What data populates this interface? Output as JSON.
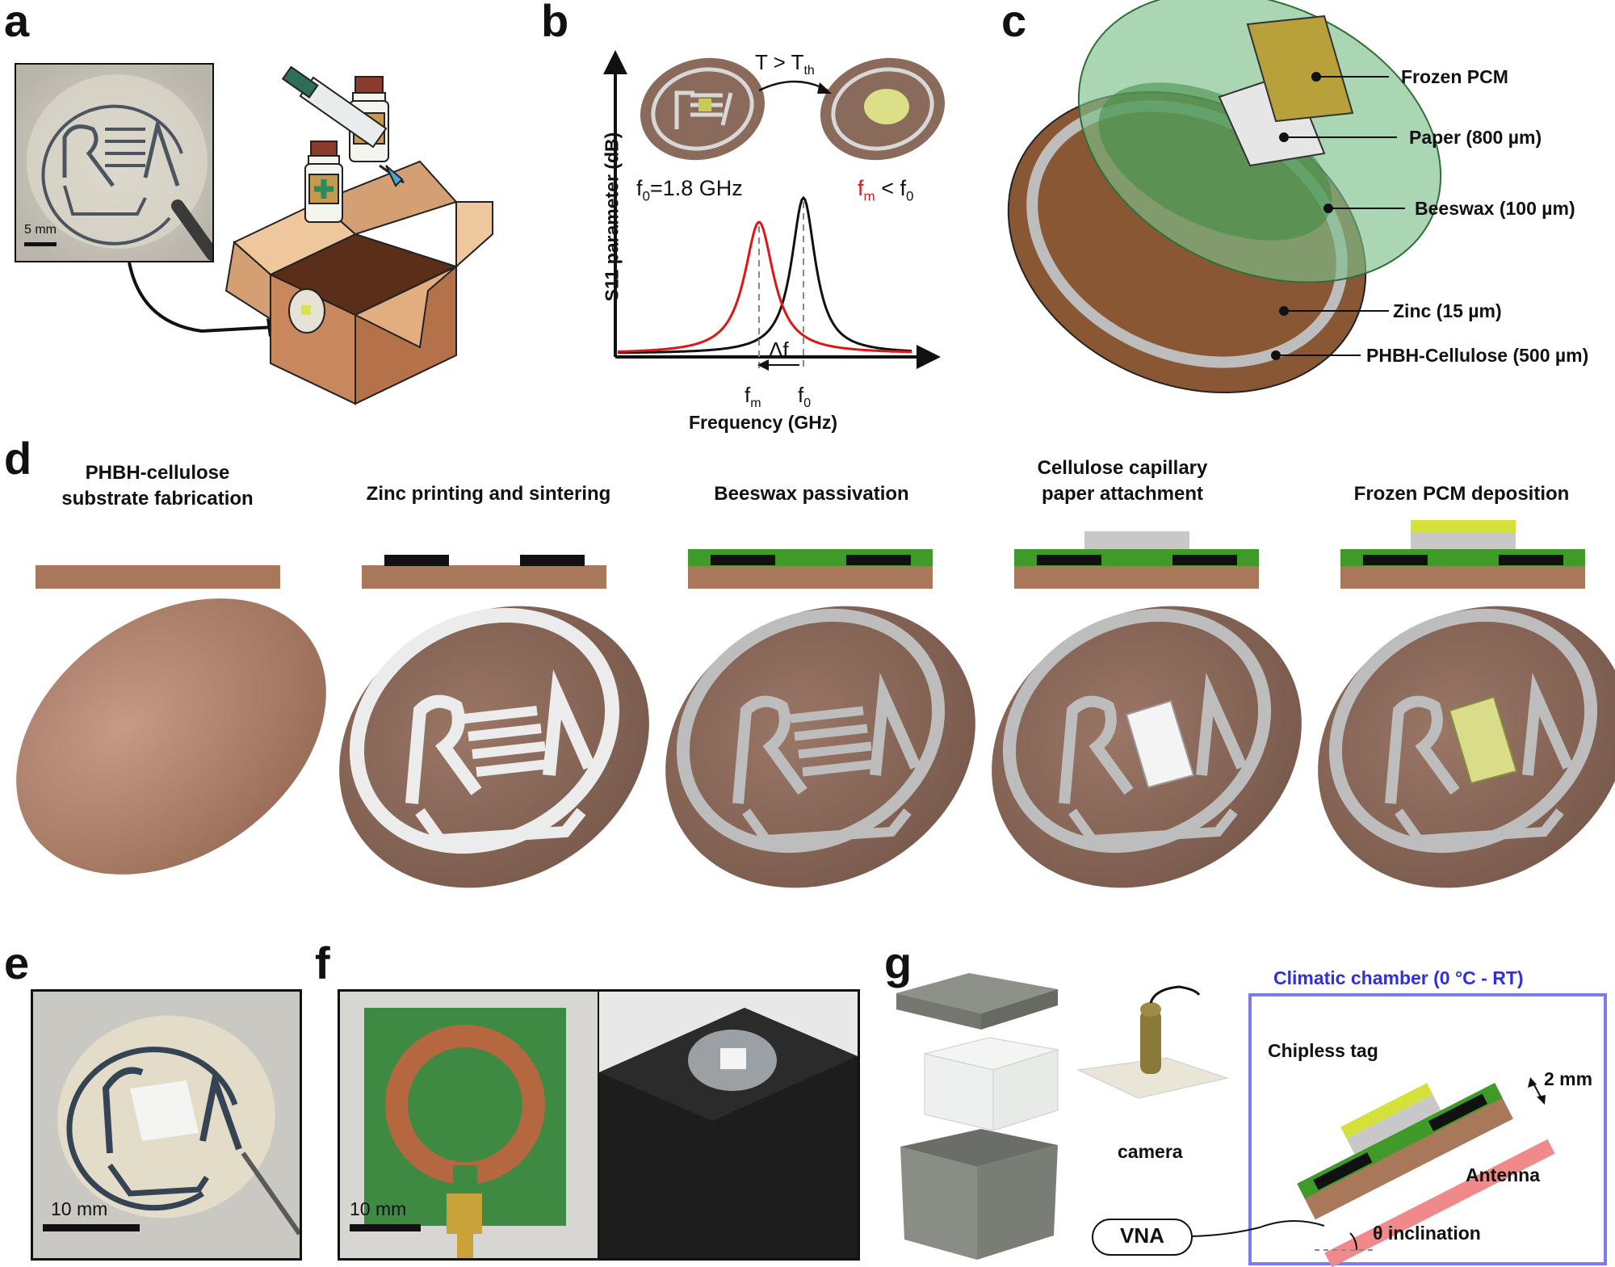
{
  "panels": {
    "a": "a",
    "b": "b",
    "c": "c",
    "d": "d",
    "e": "e",
    "f": "f",
    "g": "g"
  },
  "panel_a": {
    "scale": "5 mm"
  },
  "panel_b": {
    "condition": "T > T",
    "condition_sub": "th",
    "f0_label": "f",
    "f0_sub": "0",
    "f0_value": "=1.8 GHz",
    "fm_label": "f",
    "fm_sub": "m",
    "fm_relation": " < f",
    "fm_rel_sub": "0",
    "ylabel": "S11 parameter (dB)",
    "xlabel": "Frequency (GHz)",
    "delta": "Δf",
    "tick_fm": "f",
    "tick_fm_sub": "m",
    "tick_f0": "f",
    "tick_f0_sub": "0"
  },
  "panel_c": {
    "layers": [
      "Frozen PCM",
      "Paper (800 µm)",
      "Beeswax (100 µm)",
      "Zinc (15 µm)",
      "PHBH-Cellulose (500 µm)"
    ]
  },
  "panel_d": {
    "steps": [
      {
        "line1": "PHBH-cellulose",
        "line2": "substrate fabrication"
      },
      {
        "line1": "Zinc printing and sintering",
        "line2": ""
      },
      {
        "line1": "Beeswax passivation",
        "line2": ""
      },
      {
        "line1": "Cellulose capillary",
        "line2": "paper attachment"
      },
      {
        "line1": "Frozen PCM deposition",
        "line2": ""
      }
    ]
  },
  "panel_e": {
    "scale": "10 mm"
  },
  "panel_f": {
    "scale": "10 mm"
  },
  "panel_g": {
    "camera": "camera",
    "chamber": "Climatic chamber (0 °C - RT)",
    "tag": "Chipless tag",
    "gap": "2 mm",
    "antenna": "Antenna",
    "vna": "VNA",
    "inclination": "θ inclination"
  },
  "colors": {
    "substrate": "#a9785a",
    "zinc": "#cfcfcf",
    "beeswax": "#3f9a2a",
    "pcm": "#d5e03a",
    "paper": "#c8c8c8",
    "chamber": "#7b7bf0",
    "antenna": "#f08a8a",
    "curve_f0": "#111111",
    "curve_fm": "#e01515"
  }
}
